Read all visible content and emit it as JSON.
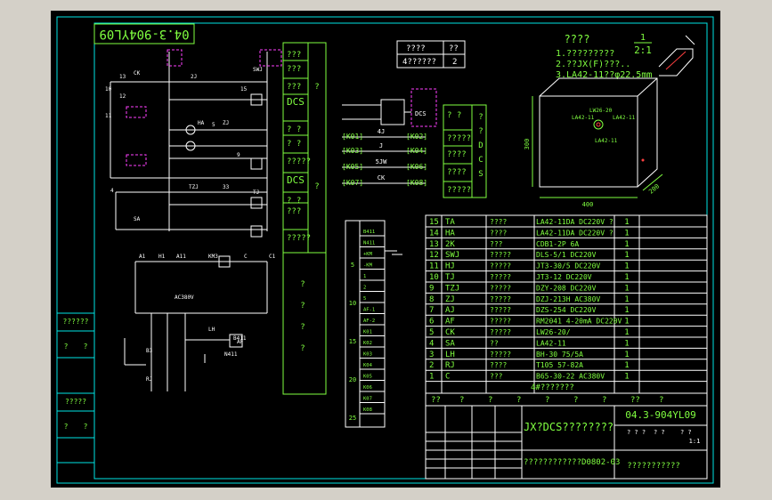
{
  "colors": {
    "background": "#000000",
    "frame": "#00e5e5",
    "wire": "#ffffff",
    "label_green": "#80ff40",
    "highlight": "#ff40ff",
    "ui_gray": "#d4d0c8"
  },
  "title_box": "04.3-904YL09",
  "notes": {
    "title": "????",
    "lines": [
      "1.?????????",
      "2.??JX(F)???..",
      "3.LA42-11??φ22.5mm"
    ]
  },
  "scale": {
    "numerator": "1",
    "denominator": "2:1"
  },
  "small_table": [
    [
      "????",
      "??"
    ],
    [
      "4??????",
      "2"
    ]
  ],
  "dcs_block": {
    "left_label": "DCS",
    "terminals": [
      "[K01]",
      "[K02]",
      "[K03]",
      "[K04]",
      "[K05]",
      "[K06]",
      "[K07]",
      "[K08]"
    ],
    "contacts": [
      "4J",
      "J",
      "5JW",
      "CK"
    ]
  },
  "upper_side_table": {
    "rows": [
      "???",
      "???",
      "???",
      "DCS",
      "? ?",
      "? ?",
      "?????",
      "DCS",
      "? ?",
      "???",
      "?????"
    ],
    "right_marks": [
      "?",
      "?"
    ],
    "lower_marks": [
      "?",
      "?",
      "?",
      "?"
    ]
  },
  "middle_table": {
    "rows": [
      "? ?",
      "?????",
      "????",
      "????",
      "?????"
    ],
    "vertical_text": [
      "?",
      "?",
      "D",
      "C",
      "S"
    ]
  },
  "box_labels": {
    "top": [
      "LW26-20",
      "LA42-11",
      "LA42-11",
      "LA42-11"
    ],
    "dim_height": "300",
    "dim_width": "400",
    "dim_depth": "200"
  },
  "circuit_labels": [
    "13",
    "CK",
    "12",
    "2J",
    "SWJ",
    "15",
    "HA",
    "5",
    "ZJ",
    "TZJ",
    "33",
    "TJ",
    "SA",
    "AC380V",
    "LH",
    "B411",
    "AF",
    "N411",
    "RJ",
    "B3",
    "A1",
    "H1",
    "A11",
    "KM3",
    "C",
    "C1",
    "10",
    "11",
    "9",
    "4"
  ],
  "bom": [
    {
      "no": "15",
      "code": "TA",
      "name": "????",
      "model": "LA42-11DA DC220V ?",
      "qty": "1"
    },
    {
      "no": "14",
      "code": "HA",
      "name": "????",
      "model": "LA42-11DA DC220V ?",
      "qty": "1"
    },
    {
      "no": "13",
      "code": "2K",
      "name": "???",
      "model": "CDB1-2P 6A",
      "qty": "1"
    },
    {
      "no": "12",
      "code": "SWJ",
      "name": "?????",
      "model": "DLS-5/1 DC220V",
      "qty": "1"
    },
    {
      "no": "11",
      "code": "HJ",
      "name": "?????",
      "model": "JT3-30/5 DC220V",
      "qty": "1"
    },
    {
      "no": "10",
      "code": "TJ",
      "name": "?????",
      "model": "JT3-12 DC220V",
      "qty": "1"
    },
    {
      "no": "9",
      "code": "TZJ",
      "name": "?????",
      "model": "DZY-208 DC220V",
      "qty": "1"
    },
    {
      "no": "8",
      "code": "ZJ",
      "name": "?????",
      "model": "DZJ-213H AC380V",
      "qty": "1"
    },
    {
      "no": "7",
      "code": "AJ",
      "name": "?????",
      "model": "DZS-254 DC220V",
      "qty": "1"
    },
    {
      "no": "6",
      "code": "AF",
      "name": "?????",
      "model": "RM2041 4-20mA DC220V",
      "qty": "1"
    },
    {
      "no": "5",
      "code": "CK",
      "name": "?????",
      "model": "LW26-20/",
      "qty": "1"
    },
    {
      "no": "4",
      "code": "SA",
      "name": "??",
      "model": "LA42-11",
      "qty": "1"
    },
    {
      "no": "3",
      "code": "LH",
      "name": "?????",
      "model": "BH-30 75/5A",
      "qty": "1"
    },
    {
      "no": "2",
      "code": "RJ",
      "name": "????",
      "model": "T105 57-82A",
      "qty": "1"
    },
    {
      "no": "1",
      "code": "C",
      "name": "???",
      "model": "B65-30-22 AC380V",
      "qty": "1"
    }
  ],
  "bom_footer": "4#???????",
  "bom_header": [
    "??",
    "?",
    "?",
    "?",
    "?",
    "?",
    "?",
    "??",
    "?"
  ],
  "title_block": {
    "main_title": "JX?DCS????????",
    "drawing_no": "04.3-904YL09",
    "scale_label": "1:1",
    "subtitle": "????????????D0802-03",
    "company": "???????????",
    "fields": [
      "? ? ?",
      "? ?",
      "? ?"
    ]
  },
  "left_margin": [
    "??????",
    "?",
    "?",
    "?????",
    "?",
    "?"
  ],
  "terminal_strip": {
    "labels": [
      "B411",
      "N411",
      "+KM",
      "-KM",
      "1",
      "2",
      "5",
      "AF-1",
      "AF-2",
      "K01",
      "K02",
      "K03",
      "K04",
      "K05",
      "K06",
      "K07",
      "K08"
    ],
    "numbers": [
      "5",
      "10",
      "15",
      "20",
      "25"
    ]
  }
}
